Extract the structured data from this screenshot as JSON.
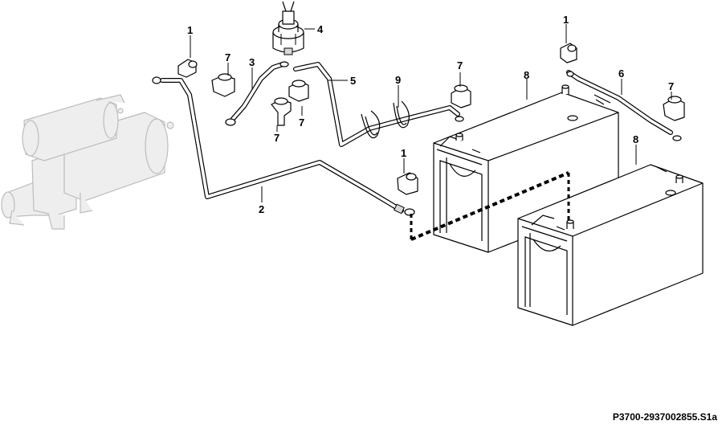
{
  "callouts": {
    "c1a": "1",
    "c1b": "1",
    "c1c": "1",
    "c2": "2",
    "c3": "3",
    "c4": "4",
    "c5": "5",
    "c6": "6",
    "c7a": "7",
    "c7b": "7",
    "c7c": "7",
    "c7d": "7",
    "c7e": "7",
    "c8a": "8",
    "c8b": "8",
    "c9": "9"
  },
  "drawing_code": "P3700-2937002855.S1a"
}
